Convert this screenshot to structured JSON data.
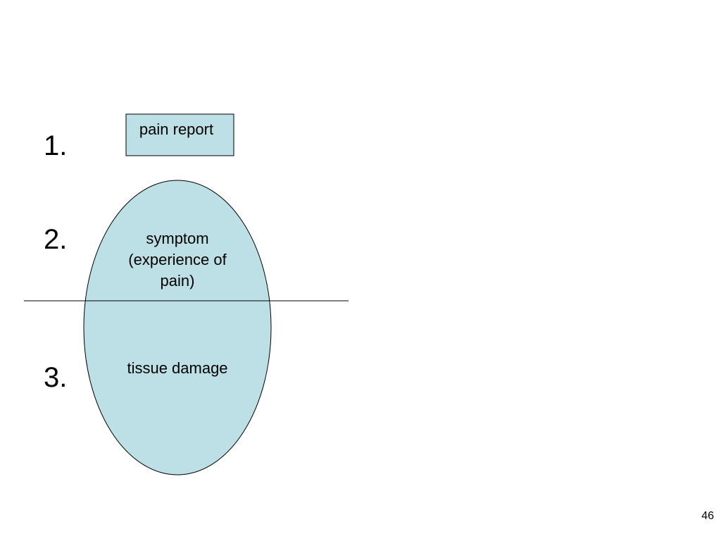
{
  "levels": [
    {
      "number": "1."
    },
    {
      "number": "2."
    },
    {
      "number": "3."
    }
  ],
  "box": {
    "label": "pain report"
  },
  "ellipse": {
    "upper_lines": [
      "symptom",
      "(experience of",
      "pain)"
    ],
    "lower_label": "tissue damage"
  },
  "page_number": "46",
  "colors": {
    "shape_fill": "#BCE0E5",
    "shape_stroke": "#000000",
    "line": "#000000"
  }
}
